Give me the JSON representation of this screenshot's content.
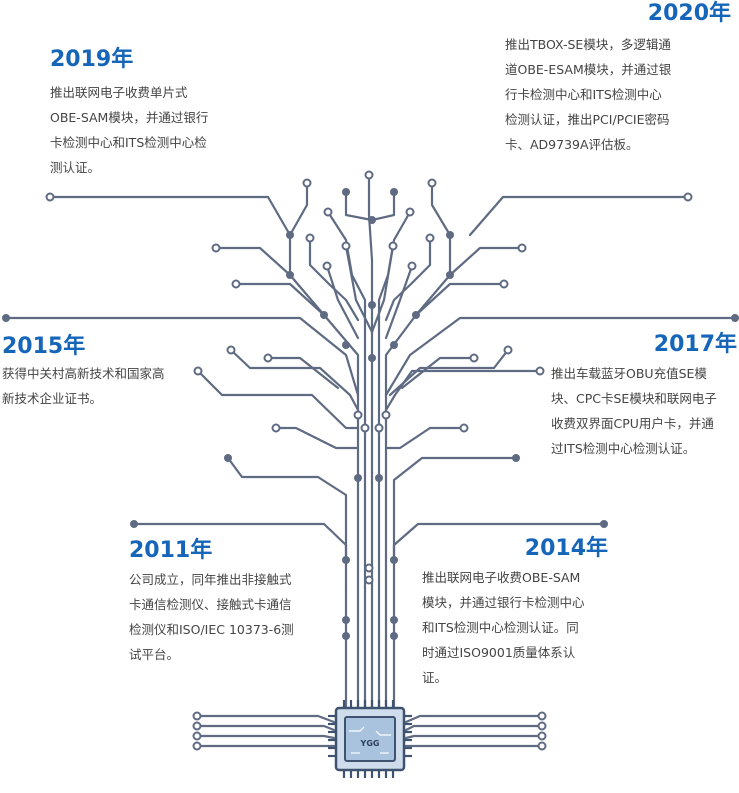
{
  "milestones": {
    "m2020": {
      "year": "2020年",
      "lines": [
        "推出TBOX-SE模块，多逻辑通",
        "道OBE-ESAM模块，并通过银",
        "行卡检测中心和ITS检测中心",
        "检测认证，推出PCI/PCIE密码",
        "卡、AD9739A评估板。"
      ]
    },
    "m2019": {
      "year": "2019年",
      "lines": [
        "推出联网电子收费单片式",
        "OBE-SAM模块，并通过银行",
        "卡检测中心和ITS检测中心检",
        "测认证。"
      ]
    },
    "m2015": {
      "year": "2015年",
      "lines": [
        "获得中关村高新技术和国家高",
        "新技术企业证书。"
      ]
    },
    "m2017": {
      "year": "2017年",
      "lines": [
        "推出车载蓝牙OBU充值SE模",
        "块、CPC卡SE模块和联网电子",
        "收费双界面CPU用户卡，并通",
        "过ITS检测中心检测认证。"
      ]
    },
    "m2011": {
      "year": "2011年",
      "lines": [
        "公司成立，同年推出非接触式",
        "卡通信检测仪、接触式卡通信",
        "检测仪和ISO/IEC  10373-6测",
        "试平台。"
      ]
    },
    "m2014": {
      "year": "2014年",
      "lines": [
        "推出联网电子收费OBE-SAM",
        "模块，并通过银行卡检测中心",
        "和ITS检测中心检测认证。同",
        "时通过ISO9001质量体系认",
        "证。"
      ]
    }
  },
  "chip": {
    "label": "YGG"
  },
  "colors": {
    "accent": "#1565b8",
    "trace": "#5f6b82",
    "text": "#444444",
    "chip_fill": "#a9c2dd",
    "chip_border": "#3f5270"
  }
}
